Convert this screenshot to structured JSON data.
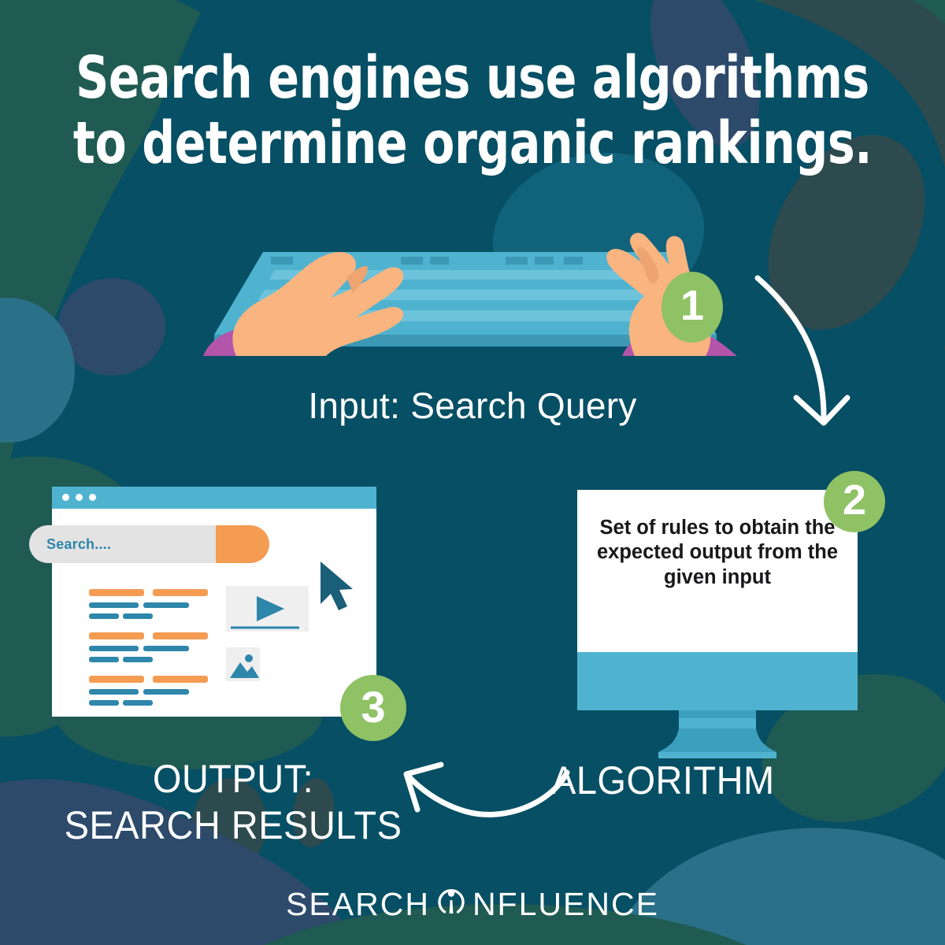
{
  "theme": {
    "bg": "#064F64",
    "blob_teal_green": "#1F5B52",
    "blob_navy": "#2D4A6B",
    "blob_dark_teal": "#2D4A4E",
    "blob_mid_teal": "#2A7088",
    "accent_green": "#8FC165",
    "accent_orange": "#F59C53",
    "accent_blue": "#2E86AB",
    "light_blue": "#4FB3D0",
    "skin": "#F9B480",
    "sleeve": "#B355AA",
    "white": "#FFFFFF"
  },
  "title": {
    "line1": "Search engines use algorithms",
    "line2": "to determine organic rankings."
  },
  "steps": [
    {
      "number": "1",
      "caption": "Input: Search Query",
      "name": "input-step"
    },
    {
      "number": "2",
      "caption": "ALGORITHM",
      "name": "algorithm-step"
    },
    {
      "number": "3",
      "caption_line1": "OUTPUT:",
      "caption_line2": "SEARCH RESULTS",
      "name": "output-step"
    }
  ],
  "monitor": {
    "screen_text": "Set of rules to obtain the expected output from the given input"
  },
  "browser": {
    "window_dots": [
      "dot",
      "dot",
      "dot"
    ],
    "search_placeholder": "Search....",
    "search_button_icon": "magnifier-icon",
    "cursor_icon": "mouse-pointer-icon",
    "result_groups": 3,
    "media_thumbs": [
      {
        "type": "video",
        "icon": "play-icon"
      },
      {
        "type": "image",
        "icon": "image-icon"
      }
    ]
  },
  "illustration": {
    "keyboard": "keyboard",
    "hands": [
      "left-hand",
      "right-hand"
    ]
  },
  "arrows": [
    {
      "name": "arrow-step1-to-step2",
      "direction": "down"
    },
    {
      "name": "arrow-step2-to-step3",
      "direction": "left"
    }
  ],
  "logo": {
    "part1": "SEARCH",
    "part2": "NFLUENCE",
    "mark": "influence-i-icon"
  }
}
